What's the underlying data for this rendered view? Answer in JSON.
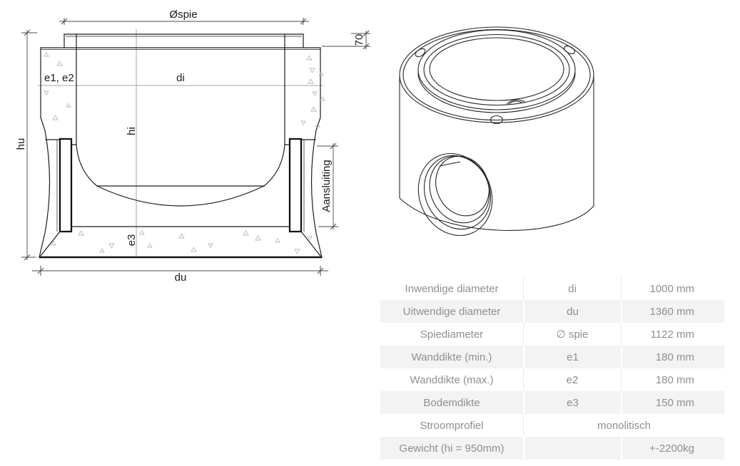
{
  "drawing": {
    "labels": {
      "spie_diameter": "Øspie",
      "spigot_height": "70",
      "wall_thickness": "e1, e2",
      "inner_diameter": "di",
      "inner_height": "hi",
      "outer_height": "hu",
      "connection": "Aansluiting",
      "bottom_thickness": "e3",
      "outer_diameter": "du"
    }
  },
  "table": {
    "rows": [
      {
        "label": "Inwendige diameter",
        "symbol": "di",
        "value": "1000 mm"
      },
      {
        "label": "Uitwendige diameter",
        "symbol": "du",
        "value": "1360 mm"
      },
      {
        "label": "Spiediameter",
        "symbol": "∅ spie",
        "value": "1122 mm"
      },
      {
        "label": "Wanddikte (min.)",
        "symbol": "e1",
        "value": "180 mm"
      },
      {
        "label": "Wanddikte (max.)",
        "symbol": "e2",
        "value": "180 mm"
      },
      {
        "label": "Bodemdikte",
        "symbol": "e3",
        "value": "150 mm"
      },
      {
        "label": "Stroomprofiel",
        "merged_value": "monolitisch"
      },
      {
        "label": "Gewicht (hi = 950mm)",
        "symbol": "",
        "value": "+-2200kg"
      }
    ]
  },
  "colors": {
    "drawing_line": "#1c1c1c",
    "dimension_line": "#a6a6a6",
    "table_text": "#8f8f8f",
    "table_alt_row_bg": "#f3f3f3",
    "table_separator": "#eaeaea"
  }
}
